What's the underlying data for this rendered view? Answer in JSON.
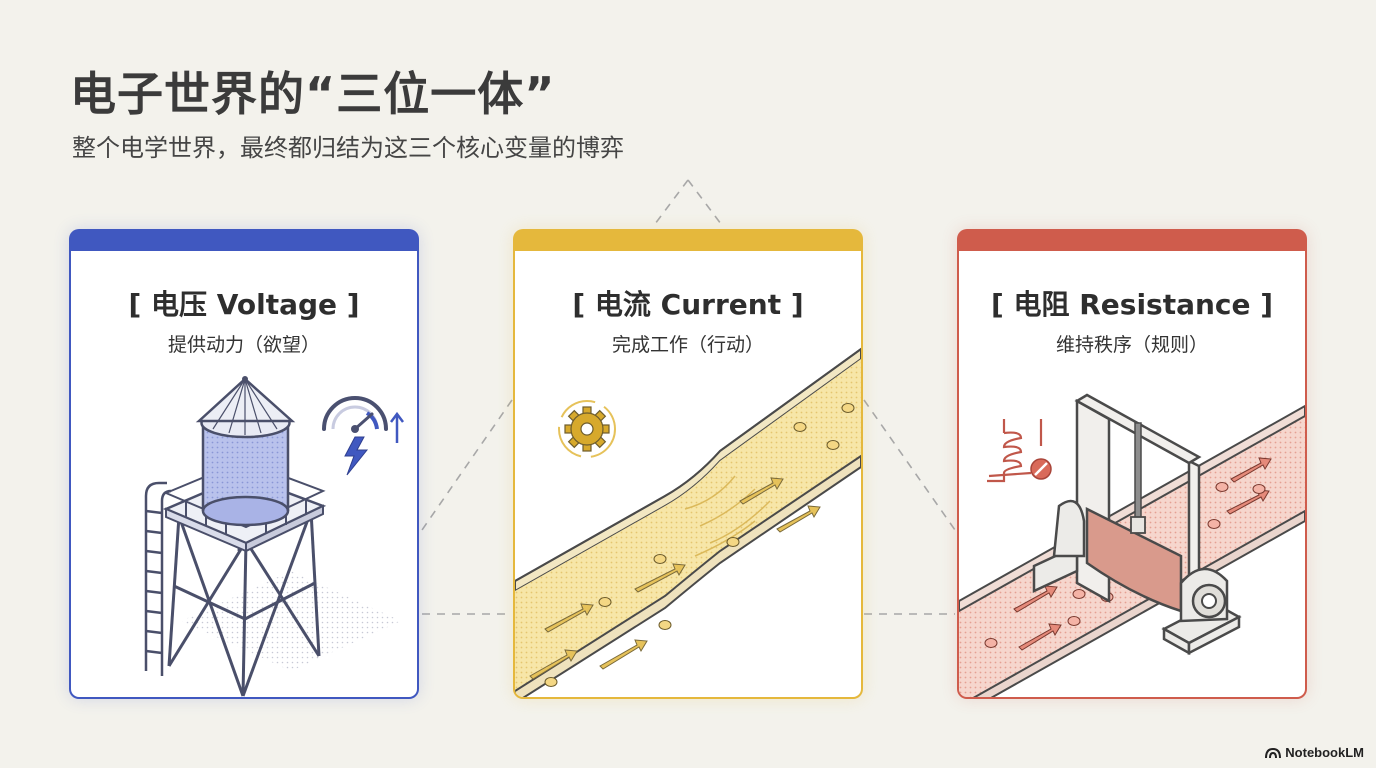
{
  "header": {
    "title": "电子世界的“三位一体”",
    "subtitle": "整个电学世界，最终都归结为这三个核心变量的博弈"
  },
  "cards": [
    {
      "title": "[ 电压 Voltage ]",
      "desc": "提供动力（欲望）",
      "color": "#4058c0"
    },
    {
      "title": "[ 电流 Current ]",
      "desc": "完成工作（行动）",
      "color": "#e5b83c"
    },
    {
      "title": "[ 电阻 Resistance ]",
      "desc": "维持秩序（规则）",
      "color": "#cf5c4c"
    }
  ],
  "icons": {
    "voltage": [
      "water-tower-icon",
      "gauge-icon",
      "lightning-bolt-icon",
      "up-arrow-icon"
    ],
    "current": [
      "gear-icon",
      "flow-channel-icon"
    ],
    "resistance": [
      "spring-icon",
      "no-entry-icon",
      "sluice-gate-icon"
    ]
  },
  "brand": {
    "name": "NotebookLM"
  }
}
